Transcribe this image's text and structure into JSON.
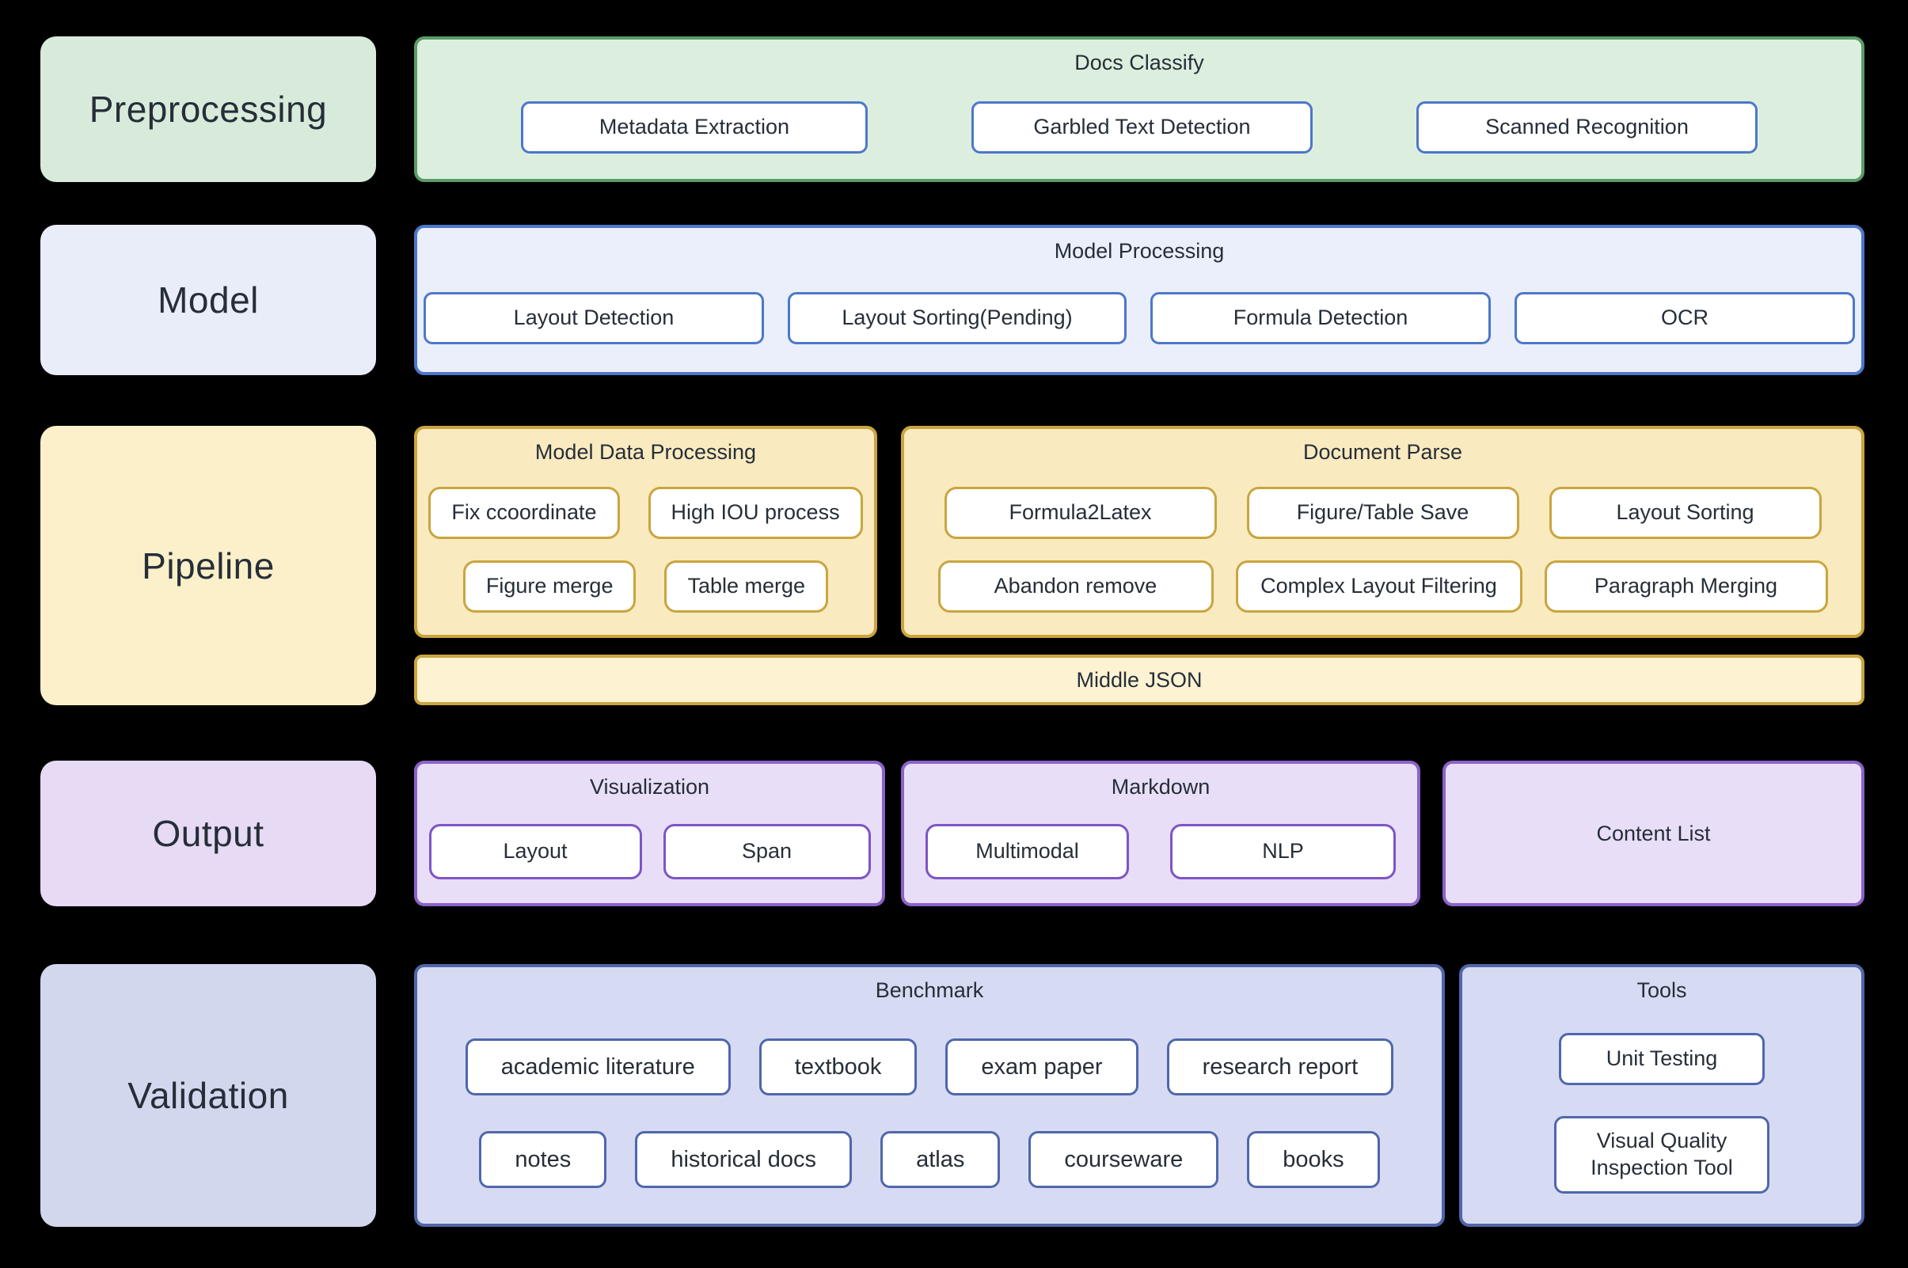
{
  "stages": [
    "Preprocessing",
    "Model",
    "Pipeline",
    "Output",
    "Validation"
  ],
  "sections": {
    "docs_classify": {
      "title": "Docs Classify",
      "buttons": [
        "Metadata Extraction",
        "Garbled Text Detection",
        "Scanned Recognition"
      ]
    },
    "model_processing": {
      "title": "Model Processing",
      "buttons": [
        "Layout Detection",
        "Layout Sorting(Pending)",
        "Formula Detection",
        "OCR"
      ]
    },
    "model_data_processing": {
      "title": "Model Data Processing",
      "rows": [
        [
          "Fix ccoordinate",
          "High IOU process"
        ],
        [
          "Figure merge",
          "Table merge"
        ]
      ]
    },
    "document_parse": {
      "title": "Document Parse",
      "rows": [
        [
          "Formula2Latex",
          "Figure/Table Save",
          "Layout Sorting"
        ],
        [
          "Abandon remove",
          "Complex Layout Filtering",
          "Paragraph Merging"
        ]
      ]
    },
    "middle_json": {
      "title": "Middle JSON"
    },
    "visualization": {
      "title": "Visualization",
      "buttons": [
        "Layout",
        "Span"
      ]
    },
    "markdown": {
      "title": "Markdown",
      "buttons": [
        "Multimodal",
        "NLP"
      ]
    },
    "content_list": {
      "title": "Content List"
    },
    "benchmark": {
      "title": "Benchmark",
      "rows": [
        [
          "academic literature",
          "textbook",
          "exam paper",
          "research report"
        ],
        [
          "notes",
          "historical docs",
          "atlas",
          "courseware",
          "books"
        ]
      ]
    },
    "tools": {
      "title": "Tools",
      "buttons": [
        "Unit Testing",
        "Visual Quality Inspection Tool"
      ]
    }
  },
  "colors": {
    "background": "#000000",
    "text": "#262e38",
    "green_border": "#5b9c69",
    "green_fill": "#dcefdf",
    "blue_border": "#4d77cb",
    "blue_fill": "#eaeffb",
    "yellow_border": "#c9a53f",
    "yellow_fill": "#faeabf",
    "middle_json_fill": "#fdf3d2",
    "purple_border": "#8a63c8",
    "purple_fill": "#e9def7",
    "periwinkle_border": "#5165a8",
    "periwinkle_fill": "#d6dbf3",
    "node_fill": "#ffffff"
  }
}
